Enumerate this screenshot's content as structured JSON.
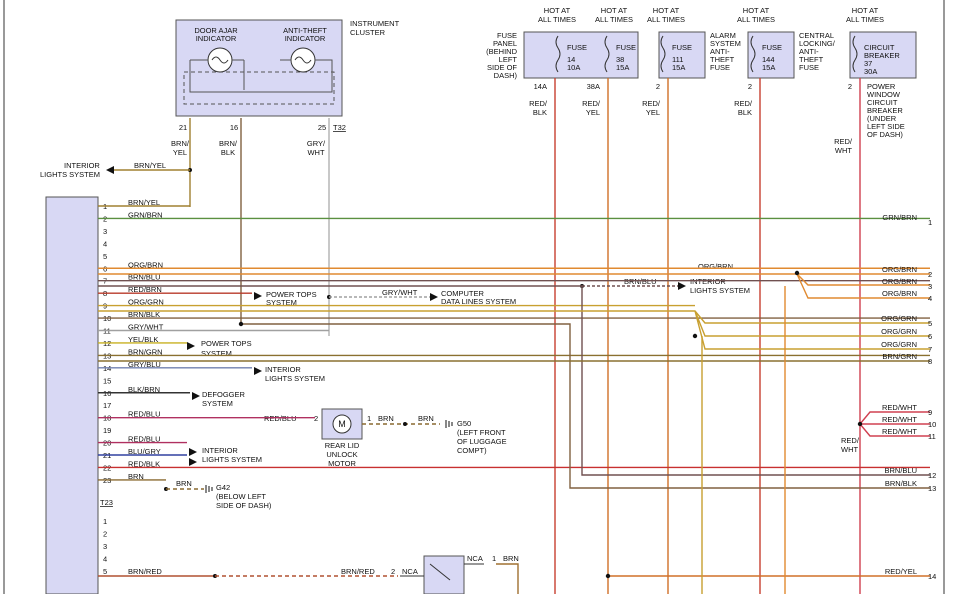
{
  "cluster": {
    "door_ajar_l1": "DOOR AJAR",
    "door_ajar_l2": "INDICATOR",
    "antitheft_l1": "ANTI-THEFT",
    "antitheft_l2": "INDICATOR",
    "title_l1": "INSTRUMENT",
    "title_l2": "CLUSTER",
    "pins": [
      "21",
      "16",
      "25"
    ],
    "connector": "T32",
    "wire_labels": [
      [
        "BRN/",
        "YEL"
      ],
      [
        "BRN/",
        "BLK"
      ],
      [
        "GRY/",
        "WHT"
      ]
    ]
  },
  "fuse_panel_label": [
    "FUSE",
    "PANEL",
    "(BEHIND",
    "LEFT",
    "SIDE OF",
    "DASH)"
  ],
  "fuses": [
    {
      "hot1": "HOT AT",
      "hot2": "ALL TIMES",
      "name": "FUSE",
      "num": "14",
      "amp": "10A",
      "pin": "14A",
      "wire": [
        "RED/",
        "BLK"
      ],
      "color": "#c84030"
    },
    {
      "hot1": "HOT AT",
      "hot2": "ALL TIMES",
      "name": "FUSE",
      "num": "38",
      "amp": "15A",
      "pin": "38A",
      "wire": [
        "RED/",
        "YEL"
      ],
      "color": "#d07028"
    },
    {
      "hot1": "HOT AT",
      "hot2": "ALL TIMES",
      "name": "FUSE",
      "num": "111",
      "amp": "15A",
      "pin": "2",
      "wire": [
        "RED/",
        "YEL"
      ],
      "color": "#d07028"
    },
    {
      "hot1": "HOT AT",
      "hot2": "ALL TIMES",
      "name": "FUSE",
      "num": "144",
      "amp": "15A",
      "pin": "2",
      "wire": [
        "RED/",
        "BLK"
      ],
      "color": "#c84030"
    },
    {
      "hot1": "HOT AT",
      "hot2": "ALL TIMES",
      "name": "CIRCUIT",
      "name2": "BREAKER",
      "num": "37",
      "amp": "30A",
      "pin": "2",
      "wire": [
        "RED/",
        "WHT"
      ],
      "color": "#d04050"
    }
  ],
  "alarm_fuse_label": [
    "ALARM",
    "SYSTEM",
    "ANTI-",
    "THEFT",
    "FUSE"
  ],
  "central_fuse_label": [
    "CENTRAL",
    "LOCKING/",
    "ANTI-",
    "THEFT",
    "FUSE"
  ],
  "breaker_label": [
    "POWER",
    "WINDOW",
    "CIRCUIT",
    "BREAKER",
    "(UNDER",
    "LEFT SIDE",
    "OF DASH)"
  ],
  "module_pins": [
    {
      "pin": "1",
      "wire": "BRN/YEL",
      "color": "#a08030"
    },
    {
      "pin": "2",
      "wire": "GRN/BRN",
      "color": "#5a9040"
    },
    {
      "pin": "3",
      "wire": "",
      "color": ""
    },
    {
      "pin": "4",
      "wire": "",
      "color": ""
    },
    {
      "pin": "5",
      "wire": "",
      "color": ""
    },
    {
      "pin": "6",
      "wire": "ORG/BRN",
      "color": "#e08a30"
    },
    {
      "pin": "7",
      "wire": "BRN/BLU",
      "color": "#705050"
    },
    {
      "pin": "8",
      "wire": "RED/BRN",
      "color": "#b83a2a"
    },
    {
      "pin": "9",
      "wire": "ORG/GRN",
      "color": "#c8a030"
    },
    {
      "pin": "10",
      "wire": "BRN/BLK",
      "color": "#806040"
    },
    {
      "pin": "11",
      "wire": "GRY/WHT",
      "color": "#a0a0a0"
    },
    {
      "pin": "12",
      "wire": "YEL/BLK",
      "color": "#c8b020"
    },
    {
      "pin": "13",
      "wire": "BRN/GRN",
      "color": "#8a7030"
    },
    {
      "pin": "14",
      "wire": "GRY/BLU",
      "color": "#7080b0"
    },
    {
      "pin": "15",
      "wire": "",
      "color": ""
    },
    {
      "pin": "16",
      "wire": "BLK/BRN",
      "color": "#333333"
    },
    {
      "pin": "17",
      "wire": "",
      "color": ""
    },
    {
      "pin": "18",
      "wire": "RED/BLU",
      "color": "#b03060"
    },
    {
      "pin": "19",
      "wire": "",
      "color": ""
    },
    {
      "pin": "20",
      "wire": "RED/BLU",
      "color": "#b03060"
    },
    {
      "pin": "21",
      "wire": "BLU/GRY",
      "color": "#3040a0"
    },
    {
      "pin": "22",
      "wire": "RED/BLK",
      "color": "#c83030"
    },
    {
      "pin": "23",
      "wire": "BRN",
      "color": "#8a6a30"
    }
  ],
  "connector_t23": "T23",
  "lower_pins": [
    "1",
    "2",
    "3",
    "4",
    "5"
  ],
  "lower_wire": "BRN/RED",
  "dest_power_tops": [
    "POWER TOPS",
    "SYSTEM"
  ],
  "dest_computer": [
    "COMPUTER",
    "DATA LINES SYSTEM"
  ],
  "dest_interior": [
    "INTERIOR",
    "LIGHTS SYSTEM"
  ],
  "dest_defogger": [
    "DEFOGGER",
    "SYSTEM"
  ],
  "interior_top": [
    "INTERIOR",
    "LIGHTS SYSTEM"
  ],
  "gry_wht": "GRY/WHT",
  "brn_blu": "BRN/BLU",
  "org_brn": "ORG/BRN",
  "brn_yel": "BRN/YEL",
  "motor": {
    "label": [
      "REAR LID",
      "UNLOCK",
      "MOTOR"
    ],
    "m": "M",
    "pin_left": "2",
    "pin_right": "1",
    "in_wire": "RED/BLU",
    "out_wire": "BRN",
    "out_wire2": "BRN"
  },
  "ground_g50": [
    "G50",
    "(LEFT FRONT",
    "OF LUGGAGE",
    "COMPT)"
  ],
  "ground_g42": [
    "G42",
    "(BELOW LEFT",
    "SIDE OF DASH)"
  ],
  "g42_wire": "BRN",
  "right_outputs": [
    {
      "wire": "GRN/BRN",
      "num": "1"
    },
    {
      "wire": "ORG/BRN",
      "num": "2"
    },
    {
      "wire": "ORG/BRN",
      "num": "3"
    },
    {
      "wire": "ORG/BRN",
      "num": "4"
    },
    {
      "wire": "ORG/GRN",
      "num": "5"
    },
    {
      "wire": "ORG/GRN",
      "num": "6"
    },
    {
      "wire": "ORG/GRN",
      "num": "7"
    },
    {
      "wire": "BRN/GRN",
      "num": "8"
    },
    {
      "wire": "RED/WHT",
      "num": "9"
    },
    {
      "wire": "RED/WHT",
      "num": "10"
    },
    {
      "wire": "RED/WHT",
      "num": "11"
    },
    {
      "wire": "BRN/BLU",
      "num": "12"
    },
    {
      "wire": "BRN/BLK",
      "num": "13"
    },
    {
      "wire": "RED/YEL",
      "num": "14"
    }
  ],
  "red_wht_mid": [
    "RED/",
    "WHT"
  ],
  "nca": "NCA",
  "nca2": "NCA",
  "bottom_pin2": "2",
  "bottom_pin1": "1",
  "bottom_brn": "BRN"
}
